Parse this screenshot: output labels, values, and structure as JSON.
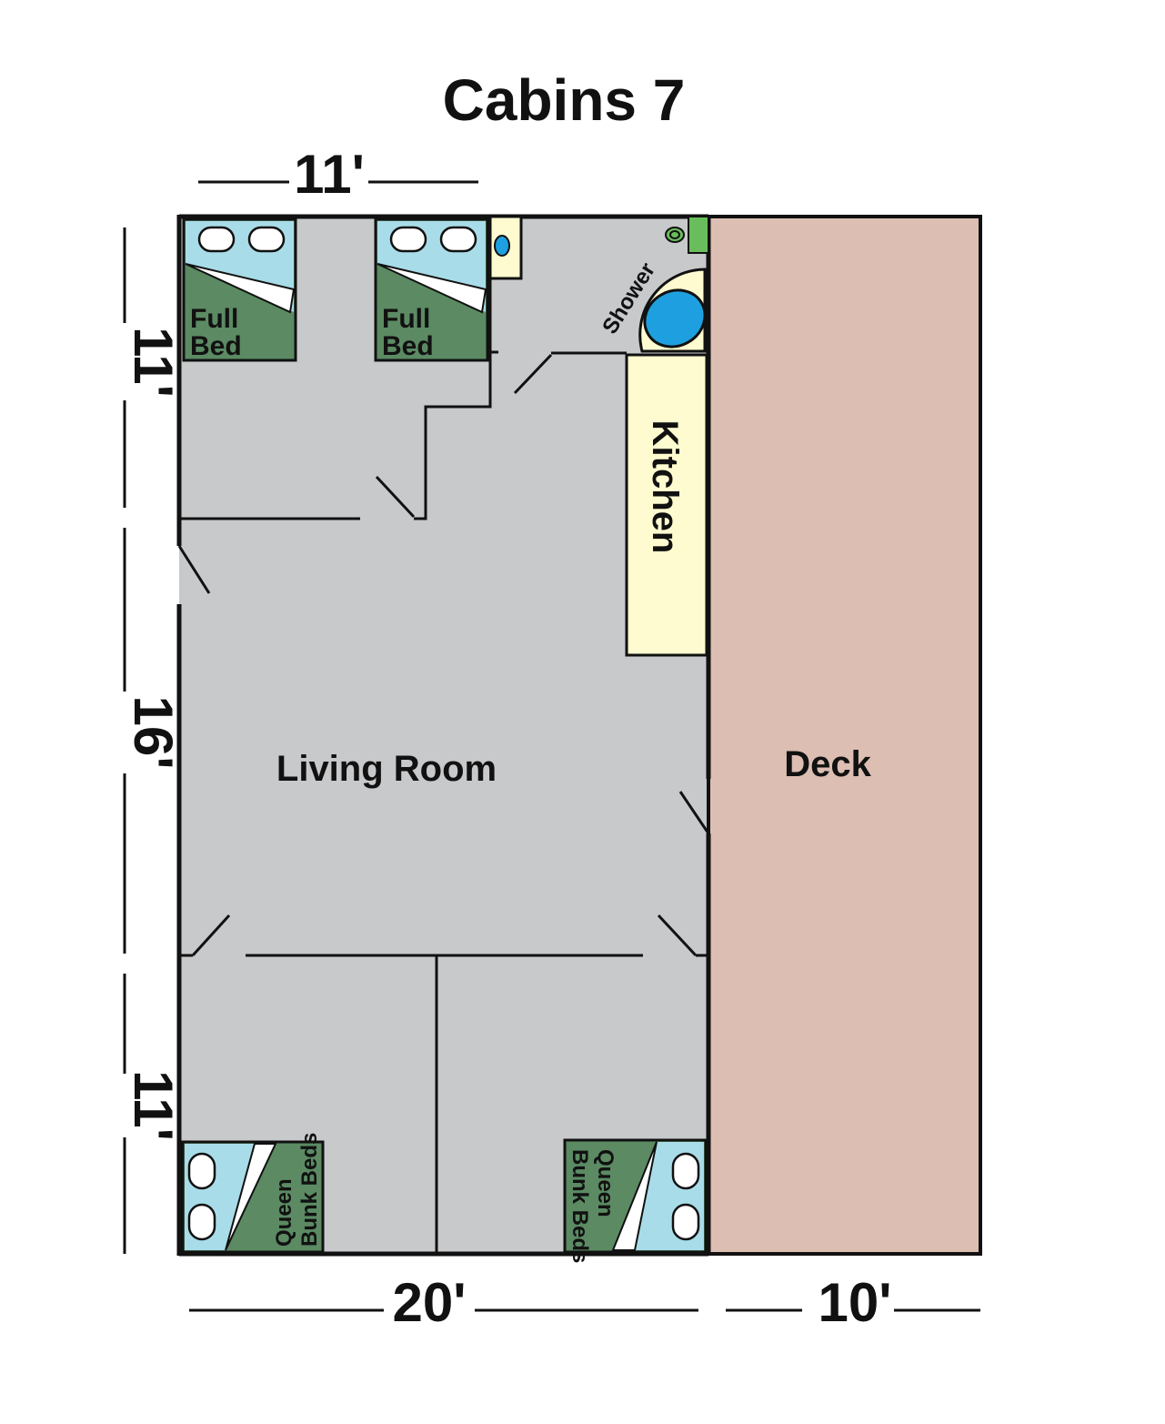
{
  "title": "Cabins 7",
  "dimensions": {
    "top": "11'",
    "left_top": "11'",
    "left_middle": "16'",
    "left_bottom": "11'",
    "bottom_main": "20'",
    "bottom_deck": "10'"
  },
  "rooms": {
    "living_room": "Living Room",
    "deck": "Deck",
    "kitchen": "Kitchen",
    "shower": "Shower"
  },
  "beds": {
    "full_bed_1": [
      "Full",
      "Bed"
    ],
    "full_bed_2": [
      "Full",
      "Bed"
    ],
    "bunk_1": [
      "Queen",
      "Bunk Beds"
    ],
    "bunk_2": [
      "Queen",
      "Bunk Beds"
    ]
  },
  "colors": {
    "floor": "#c8c9cb",
    "deck": "#dcbeb3",
    "kitchen": "#fdfbcf",
    "bed_blanket": "#5b8a63",
    "bed_sheet": "#a8dce8",
    "tub": "#1ea0e0",
    "green_fixture": "#69bd5c",
    "wall": "#111111"
  }
}
